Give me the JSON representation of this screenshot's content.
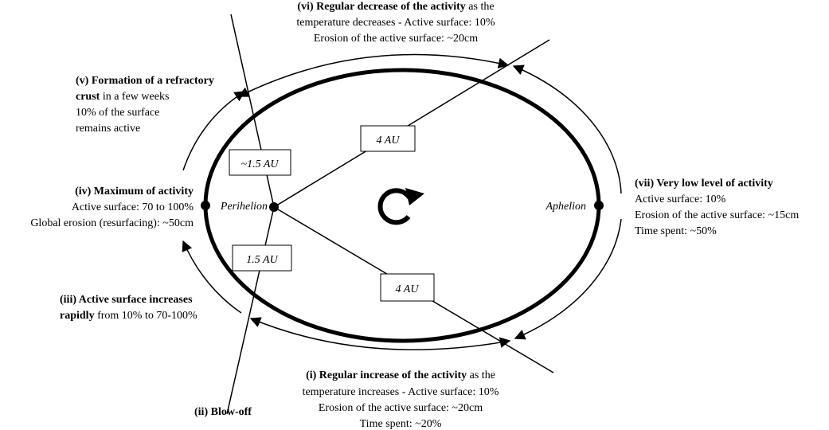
{
  "orbit": {
    "perihelion_label": "Perihelion",
    "aphelion_label": "Aphelion",
    "distance_boxes": [
      "~1.5 AU",
      "4 AU",
      "1.5 AU",
      "4 AU"
    ]
  },
  "phases": {
    "i": {
      "bold": "(i) Regular increase of the activity",
      "rest": " as the",
      "lines": [
        "temperature increases - Active surface: 10%",
        "Erosion of the active surface: ~20cm",
        "Time spent: ~20%"
      ]
    },
    "ii": {
      "bold": "(ii) Blow-off"
    },
    "iii": {
      "bold1": "(iii) Active surface increases",
      "bold2": "rapidly",
      "rest2": " from 10% to 70-100%"
    },
    "iv": {
      "bold": "(iv) Maximum of activity",
      "lines": [
        "Active surface: 70 to 100%",
        "Global erosion (resurfacing): ~50cm"
      ]
    },
    "v": {
      "bold1": "(v) Formation of a refractory",
      "bold2": "crust",
      "rest2": " in a few weeks",
      "lines": [
        "10% of the surface",
        "remains active"
      ]
    },
    "vi": {
      "bold": "(vi) Regular decrease of the activity",
      "rest": " as the",
      "lines": [
        "temperature decreases - Active surface: 10%",
        "Erosion of the active surface: ~20cm"
      ]
    },
    "vii": {
      "bold": "(vii) Very low level of activity",
      "lines": [
        "Active surface: 10%",
        "Erosion of the active surface: ~15cm",
        "Time spent: ~50%"
      ]
    }
  }
}
